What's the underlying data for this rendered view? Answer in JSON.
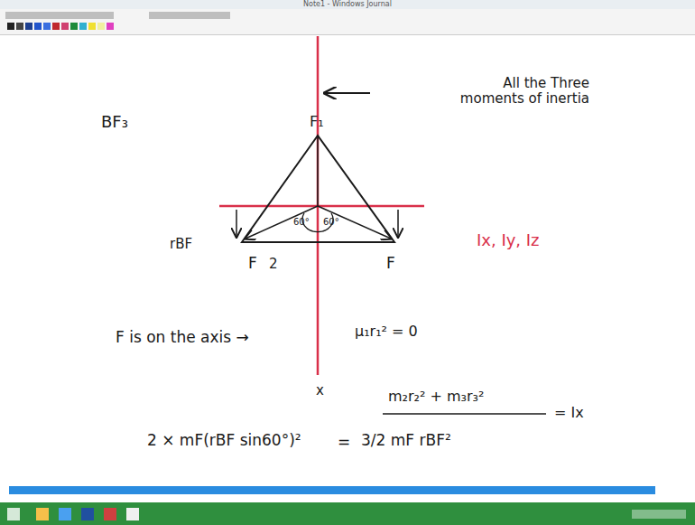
{
  "diagram": {
    "labels": [
      "Note1 - Windows Journal",
      "BF₃",
      "F₁",
      "All the Three moments of inertia",
      "60°",
      "60°",
      "rBF",
      "F",
      "2",
      "F",
      "Ix, Iy, Iz",
      "F is on the axis →",
      "μ₁r₁² = 0",
      "x",
      "m₂r₂² + m₃r₃²",
      "= Ix",
      "2 × mF(rBF sin60°)²",
      "=",
      "3/2 mF rBF²"
    ]
  }
}
